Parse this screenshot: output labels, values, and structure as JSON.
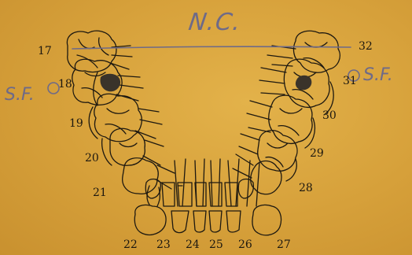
{
  "annotations": {
    "top": "N.C.",
    "left": "S.F.",
    "right": "S.F."
  },
  "tooth_numbers": {
    "t17": "17",
    "t18": "18",
    "t19": "19",
    "t20": "20",
    "t21": "21",
    "t22": "22",
    "t23": "23",
    "t24": "24",
    "t25": "25",
    "t26": "26",
    "t27": "27",
    "t28": "28",
    "t29": "29",
    "t30": "30",
    "t31": "31",
    "t32": "32"
  },
  "colors": {
    "paper": "#d9a63c",
    "ink": "#1d1810",
    "pencil": "#6e6a88",
    "lesion": "#3a332a"
  }
}
